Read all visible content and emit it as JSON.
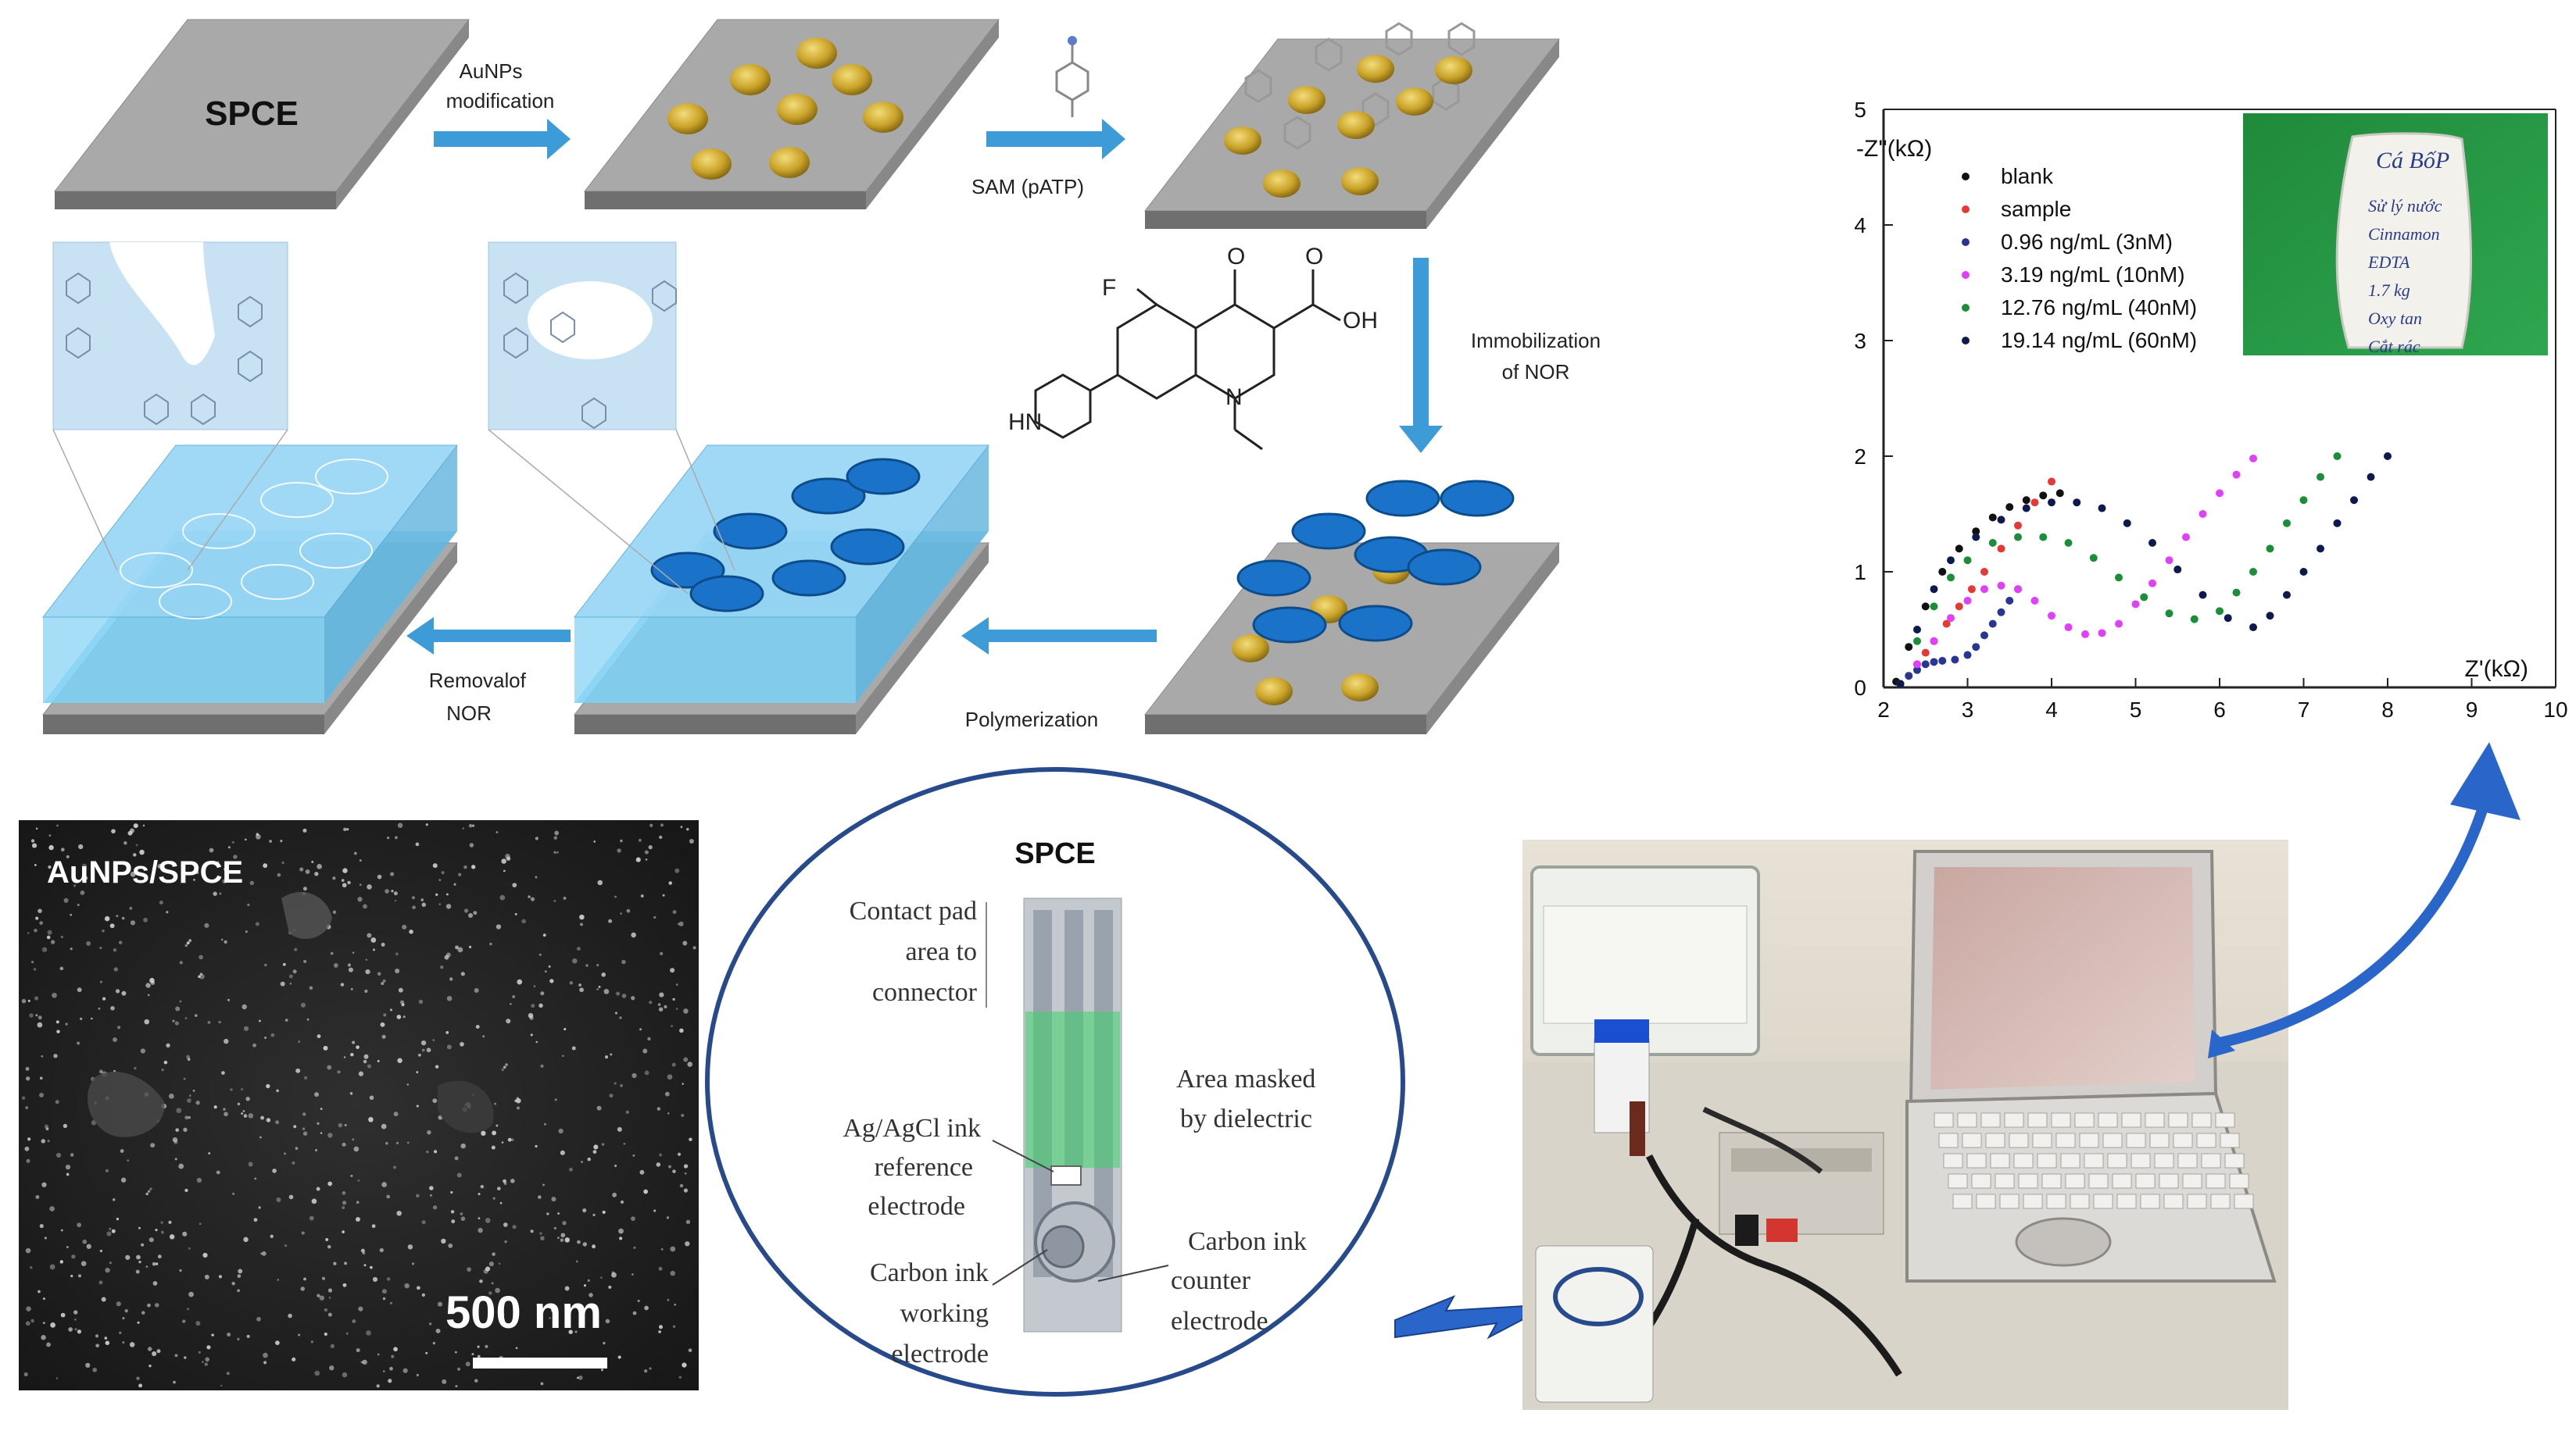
{
  "process": {
    "spce_label": "SPCE",
    "step_aunps": [
      "AuNPs",
      "modification"
    ],
    "step_sam": "SAM (pATP)",
    "step_immobilization": [
      "Immobilization",
      "of NOR"
    ],
    "step_polymerization": "Polymerization",
    "step_removal": [
      "Removal",
      "of",
      "NOR"
    ],
    "mol_f": "F",
    "mol_o1": "O",
    "mol_o2": "O",
    "mol_oh": "OH",
    "mol_n": "N",
    "mol_hn": "HN"
  },
  "sem": {
    "label": "AuNPs/SPCE",
    "scale": "500 nm"
  },
  "spce": {
    "title": "SPCE",
    "contact_pad": [
      "Contact pad",
      "area to",
      "connector"
    ],
    "masked": [
      "Area masked",
      "by dielectric"
    ],
    "reference": [
      "Ag/AgCl  ink",
      "reference",
      "electrode"
    ],
    "working": [
      "Carbon ink",
      "working",
      "electrode"
    ],
    "counter": [
      "Carbon ink",
      "counter",
      "electrode"
    ]
  },
  "photo": {
    "bag_text": [
      "Cá BốP",
      "Sử lý nước",
      "Cinnamon",
      "EDTA",
      "1.7 kg",
      "Oxy tan",
      "Cắt rác"
    ]
  },
  "colors": {
    "arrow_blue": "#3d9bd8",
    "slab_gray": "#a9a9a9",
    "gel_blue": "#8fd3f4",
    "nor_blue": "#1a73c8",
    "gold": "#c9a227",
    "circle_blue": "#274a8c"
  },
  "chart_data": {
    "type": "scatter",
    "ylabel": "-Z''(kΩ)",
    "xlabel": "Z'(kΩ)",
    "xlim": [
      2,
      10
    ],
    "ylim": [
      0,
      5
    ],
    "xticks": [
      2,
      3,
      4,
      5,
      6,
      7,
      8,
      9,
      10
    ],
    "yticks": [
      0,
      1,
      2,
      3,
      4,
      5
    ],
    "legend_position": "top-left",
    "grid": false,
    "series": [
      {
        "name": "blank",
        "color": "#111111",
        "x": [
          2.15,
          2.3,
          2.5,
          2.7,
          2.9,
          3.1,
          3.3,
          3.5,
          3.7,
          3.9,
          4.1
        ],
        "y": [
          0.05,
          0.35,
          0.7,
          1.0,
          1.2,
          1.35,
          1.47,
          1.56,
          1.62,
          1.66,
          1.68
        ]
      },
      {
        "name": "sample",
        "color": "#e53935",
        "x": [
          2.2,
          2.3,
          2.4,
          2.5,
          2.6,
          2.75,
          2.9,
          3.05,
          3.2,
          3.4,
          3.6,
          3.8,
          4.0
        ],
        "y": [
          0.03,
          0.1,
          0.2,
          0.3,
          0.4,
          0.55,
          0.7,
          0.85,
          1.0,
          1.2,
          1.4,
          1.6,
          1.78
        ]
      },
      {
        "name": "0.96 ng/mL (3nM)",
        "color": "#283593",
        "x": [
          2.2,
          2.3,
          2.4,
          2.5,
          2.6,
          2.7,
          2.85,
          3.0,
          3.1,
          3.2,
          3.3,
          3.4,
          3.5,
          3.6
        ],
        "y": [
          0.03,
          0.1,
          0.15,
          0.2,
          0.22,
          0.23,
          0.24,
          0.28,
          0.35,
          0.45,
          0.55,
          0.65,
          0.75,
          0.85
        ]
      },
      {
        "name": "3.19 ng/mL (10nM)",
        "color": "#e040fb",
        "x": [
          2.2,
          2.4,
          2.6,
          2.8,
          3.0,
          3.2,
          3.4,
          3.6,
          3.8,
          4.0,
          4.2,
          4.4,
          4.6,
          4.8,
          5.0,
          5.2,
          5.4,
          5.6,
          5.8,
          6.0,
          6.2,
          6.4
        ],
        "y": [
          0.03,
          0.2,
          0.4,
          0.6,
          0.75,
          0.85,
          0.88,
          0.85,
          0.75,
          0.62,
          0.52,
          0.46,
          0.47,
          0.55,
          0.72,
          0.9,
          1.1,
          1.3,
          1.5,
          1.68,
          1.84,
          1.98
        ]
      },
      {
        "name": "12.76 ng/mL (40nM)",
        "color": "#1b8e3a",
        "x": [
          2.2,
          2.4,
          2.6,
          2.8,
          3.0,
          3.3,
          3.6,
          3.9,
          4.2,
          4.5,
          4.8,
          5.1,
          5.4,
          5.7,
          6.0,
          6.2,
          6.4,
          6.6,
          6.8,
          7.0,
          7.2,
          7.4
        ],
        "y": [
          0.03,
          0.4,
          0.7,
          0.95,
          1.1,
          1.25,
          1.3,
          1.3,
          1.25,
          1.12,
          0.95,
          0.78,
          0.64,
          0.59,
          0.66,
          0.82,
          1.0,
          1.2,
          1.42,
          1.62,
          1.82,
          2.0
        ]
      },
      {
        "name": "19.14 ng/mL (60nM)",
        "color": "#0d1a4f",
        "x": [
          2.2,
          2.4,
          2.6,
          2.8,
          3.1,
          3.4,
          3.7,
          4.0,
          4.3,
          4.6,
          4.9,
          5.2,
          5.5,
          5.8,
          6.1,
          6.4,
          6.6,
          6.8,
          7.0,
          7.2,
          7.4,
          7.6,
          7.8,
          8.0
        ],
        "y": [
          0.03,
          0.5,
          0.85,
          1.1,
          1.3,
          1.45,
          1.55,
          1.6,
          1.6,
          1.55,
          1.42,
          1.25,
          1.02,
          0.8,
          0.6,
          0.52,
          0.62,
          0.8,
          1.0,
          1.2,
          1.42,
          1.62,
          1.82,
          2.0
        ]
      }
    ]
  }
}
